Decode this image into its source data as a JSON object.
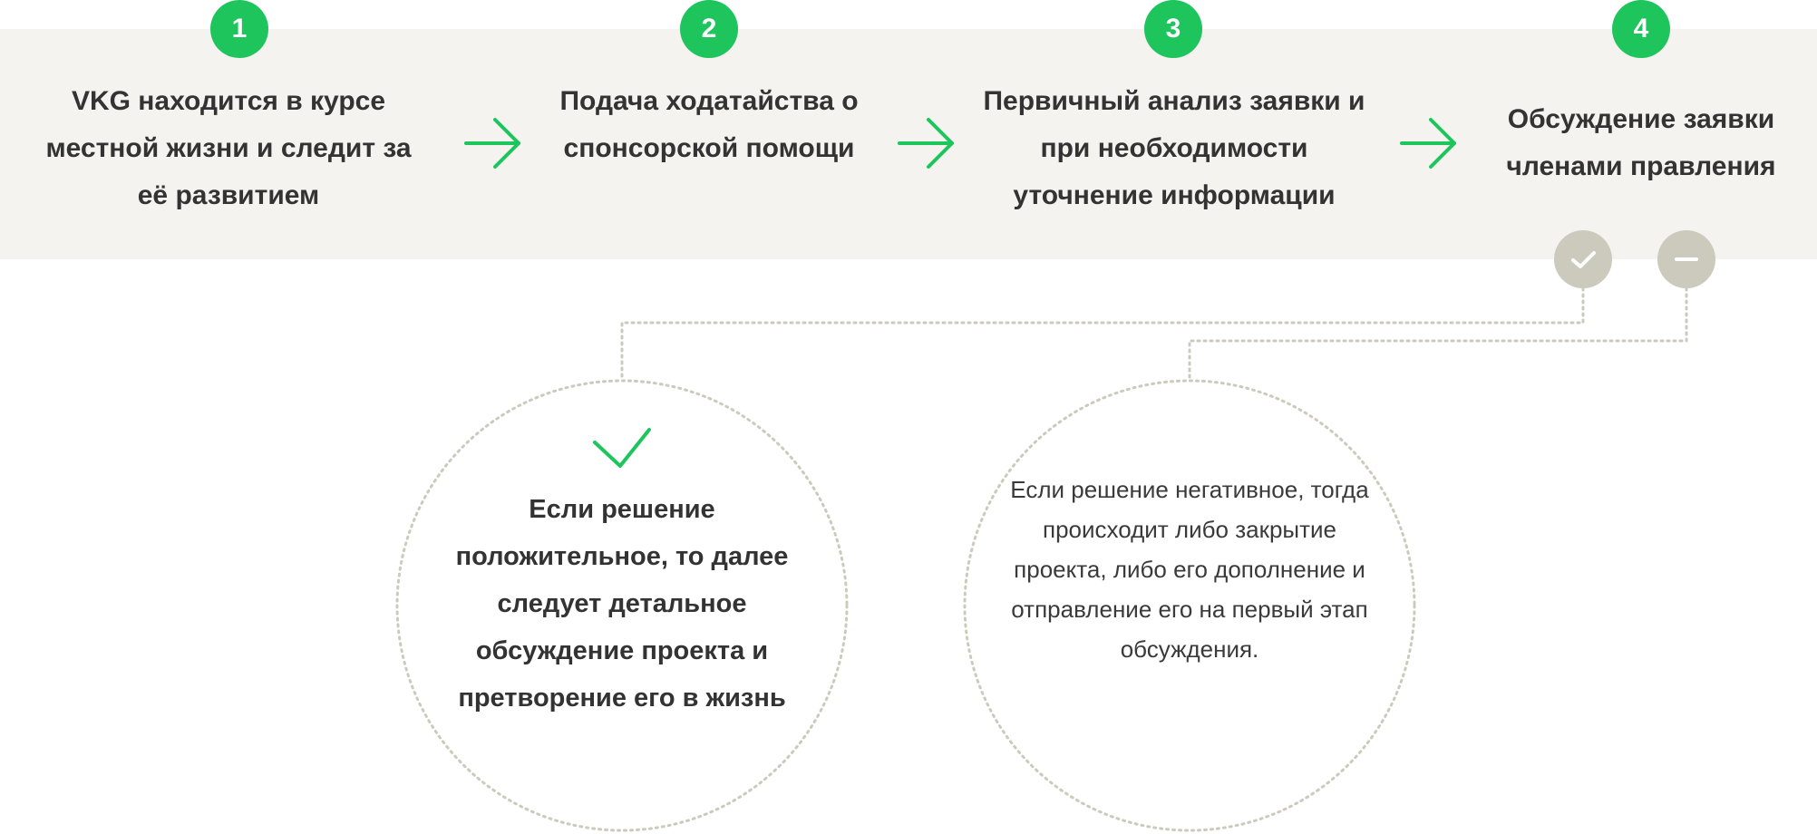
{
  "steps": [
    {
      "number": "1",
      "text": "VKG находится в курсе местной жизни и следит за её развитием"
    },
    {
      "number": "2",
      "text": "Подача ходатайства о спонсорской помощи"
    },
    {
      "number": "3",
      "text": "Первичный анализ заявки и при необходимости уточнение информации"
    },
    {
      "number": "4",
      "text": "Обсуждение заявки членами правления"
    }
  ],
  "outcomes": {
    "positive": {
      "text": "Если решение положительное, то далее следует детальное обсуждение проекта и претворение его в жизнь"
    },
    "negative": {
      "text": "Если решение негативное, тогда происходит либо закрытие проекта, либо его дополнение и отправление его на первый этап обсуждения."
    }
  },
  "icons": {
    "approve": "check-icon",
    "reject": "minus-icon",
    "arrow": "arrow-right-icon",
    "outcome_check": "check-icon"
  },
  "colors": {
    "accent_green": "#1ec45c",
    "band_background": "#f4f3f0",
    "decision_gray": "#cccabc",
    "dotted_line": "#cccabc",
    "text": "#333333"
  }
}
